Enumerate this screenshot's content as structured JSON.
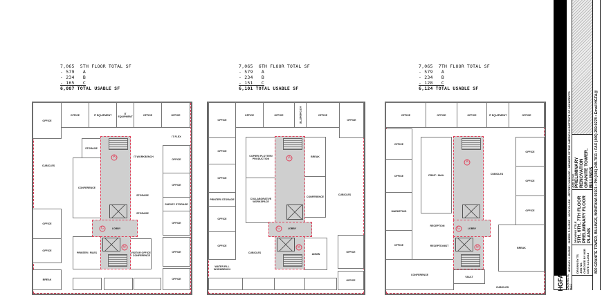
{
  "summaries": [
    {
      "total": "7,065  5TH FLOOR TOTAL SF",
      "a": "- 579   A",
      "b": "- 234   B",
      "c": "- 165   C",
      "usable": "6,087 TOTAL USABLE SF"
    },
    {
      "total": "7,065  6TH FLOOR TOTAL SF",
      "a": "- 579   A",
      "b": "- 234   B",
      "c": "- 151   C",
      "usable": "6,101 TOTAL USABLE SF"
    },
    {
      "total": "7,065  7TH FLOOR TOTAL SF",
      "a": "- 579   A",
      "b": "- 234   B",
      "c": "- 128   C",
      "usable": "6,124 TOTAL USABLE SF"
    }
  ],
  "markers": {
    "a": "A",
    "b": "B",
    "c": "C",
    "lobby": "LOBBY"
  },
  "floor5": {
    "office": "OFFICE",
    "it_equipment": "IT EQUIPMENT",
    "it_flex": "IT FLEX",
    "storage": "STORAGE",
    "it_workbench": "IT WORKBENCH",
    "cubicles": "CUBICLES",
    "conference": "CONFERENCE",
    "survey_storage": "SURVEY STORAGE",
    "printer_files": "PRINTER / FILES",
    "visitor": "VISITOR OFFICE / CONFERENCE",
    "break": "BREAK"
  },
  "floor6": {
    "office": "OFFICE",
    "kitchenette": "KITCHENETTE",
    "copier": "COPIER/ PLOTTER/ PRODUCTION",
    "collab": "COLLABORATIVE WORKSPACE",
    "printer_storage": "PRINTER/ STORAGE",
    "break": "BREAK",
    "conference": "CONFERENCE",
    "cubicles": "CUBICLES",
    "admin": "ADMIN",
    "water": "WATER FILL WORKBENCH"
  },
  "floor7": {
    "office": "OFFICE",
    "it_equipment": "IT EQUIPMENT",
    "print_mail": "PRINT / MAIL",
    "marketing": "MARKETING",
    "reception": "RECEPTION",
    "receptionist": "RECEPTIONIST",
    "cubicles": "CUBICLES",
    "break": "BREAK",
    "conference": "CONFERENCE",
    "vault": "VAULT"
  },
  "title_block": {
    "firm_logo": "HGFA",
    "firm_suffix": "ARCHITECTS, PLLC",
    "principals": "MICHAEL J. BURKE · SHERRI F. BURKE · JACK CLARK · JEFFREY WINKLER  •  MEMBER OF THE AMERICAN INSTITUTE OF ARCHITECTS",
    "drawn_by_label": "DRAWN BY",
    "drawn_by": "TS",
    "job_no_label": "JOB NO.",
    "checked_by_label": "CHECKED BY",
    "checked_by": "MJB",
    "date_label": "DATE",
    "date": "3-21-2018",
    "drawing_title_label": "DRAWING TITLE",
    "drawing_title_1": "5TH, 6TH, 7TH FLOOR",
    "drawing_title_2": "PRELIMINARY FLOOR PLANS",
    "job_title_label": "JOB TITLE",
    "job_title_1": "PRELIMINARY RENOVATION",
    "job_title_2": "GRANITE TOWER, BILLINGS",
    "address": "800 GRANITE TOWER, BILLINGS, MONTANA 59101 • PH (406) 248-7811 • FAX (406) 259-9278 • Email HGFA@"
  }
}
